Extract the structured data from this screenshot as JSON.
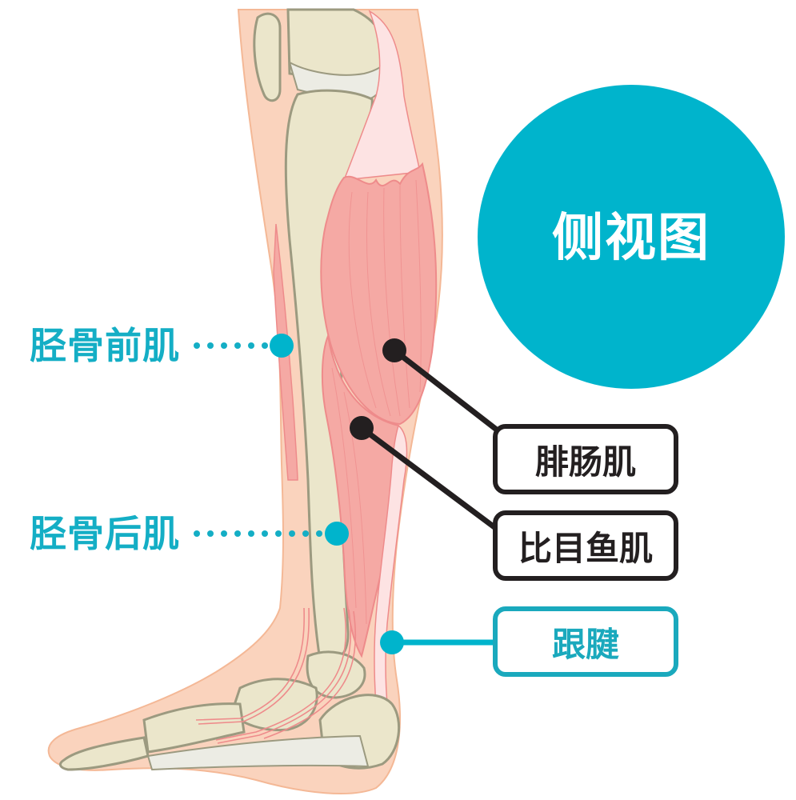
{
  "title": "侧视图",
  "colors": {
    "accent_teal": "#00b4cc",
    "label_teal": "#14aec5",
    "box_teal": "#1aa9bd",
    "marker_black": "#231f20",
    "skin": "#fad3bd",
    "skin_outline": "#f4b896",
    "bone": "#ebe6cb",
    "bone_outline": "#9c9a80",
    "cartilage": "#ecece4",
    "muscle": "#f5a9a4",
    "muscle_outline": "#ee8b8b",
    "tendon": "#fde3e3"
  },
  "labels": {
    "left": [
      {
        "id": "tibialis-anterior",
        "text": "胫骨前肌",
        "connector": "dotted",
        "color": "teal"
      },
      {
        "id": "tibialis-posterior",
        "text": "胫骨后肌",
        "connector": "dotted",
        "color": "teal"
      }
    ],
    "right": [
      {
        "id": "gastrocnemius",
        "text": "腓肠肌",
        "connector": "solid",
        "color": "black"
      },
      {
        "id": "soleus",
        "text": "比目鱼肌",
        "connector": "solid",
        "color": "black"
      },
      {
        "id": "achilles-tendon",
        "text": "跟腱",
        "connector": "solid",
        "color": "teal"
      }
    ]
  }
}
